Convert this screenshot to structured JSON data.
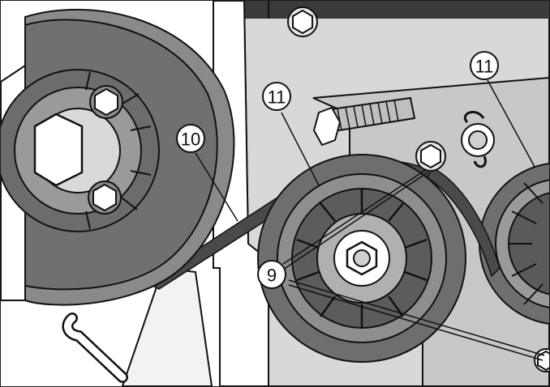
{
  "diagram": {
    "callouts": [
      {
        "id": "callout-10",
        "label": "10"
      },
      {
        "id": "callout-11a",
        "label": "11"
      },
      {
        "id": "callout-11b",
        "label": "11"
      },
      {
        "id": "callout-9",
        "label": "9"
      }
    ],
    "colors": {
      "line": "#111111",
      "pulley_dark": "#6e6e6e",
      "pulley_mid": "#9a9a9a",
      "plate": "#d6d6d6",
      "belt": "#4a4a4a",
      "background": "#ffffff"
    }
  }
}
